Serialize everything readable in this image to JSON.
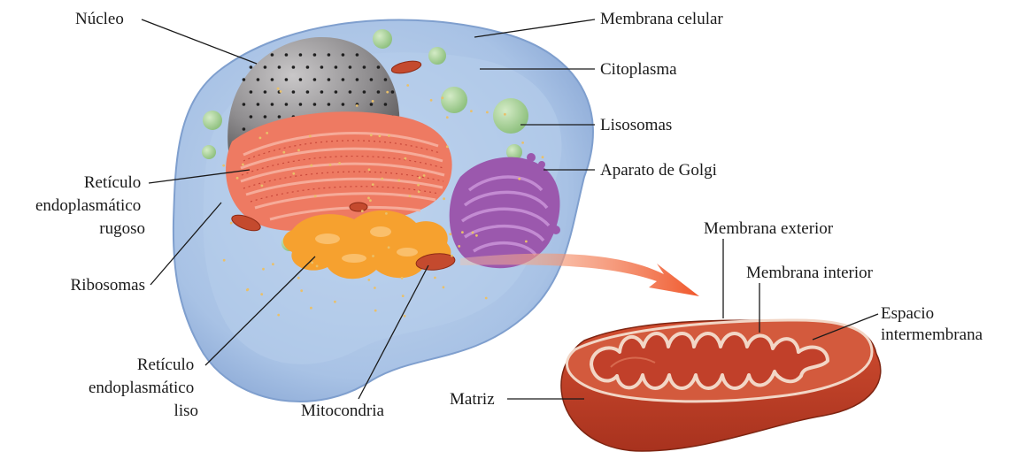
{
  "labels": {
    "nucleo": "Núcleo",
    "membrana_celular": "Membrana celular",
    "citoplasma": "Citoplasma",
    "lisosomas": "Lisosomas",
    "aparato_golgi": "Aparato de Golgi",
    "reticulo_rugoso": [
      "Retículo",
      "endoplasmático",
      "rugoso"
    ],
    "ribosomas": "Ribosomas",
    "reticulo_liso": [
      "Retículo",
      "endoplasmático",
      "liso"
    ],
    "mitocondria": "Mitocondria",
    "membrana_exterior": "Membrana exterior",
    "membrana_interior": "Membrana interior",
    "espacio_intermembrana": [
      "Espacio",
      "intermembrana"
    ],
    "matriz": "Matriz"
  },
  "colors": {
    "cell_blue": "#a9c4e6",
    "nucleus_gray": "#8d8b8d",
    "er_red": "#ec6b5a",
    "smooth_er_orange": "#f6a12f",
    "golgi_purple": "#9f5fb0",
    "lysosome_green": "#9dca8a",
    "mitochondria_red": "#c94428",
    "arrow_orange": "#f36b3a"
  }
}
